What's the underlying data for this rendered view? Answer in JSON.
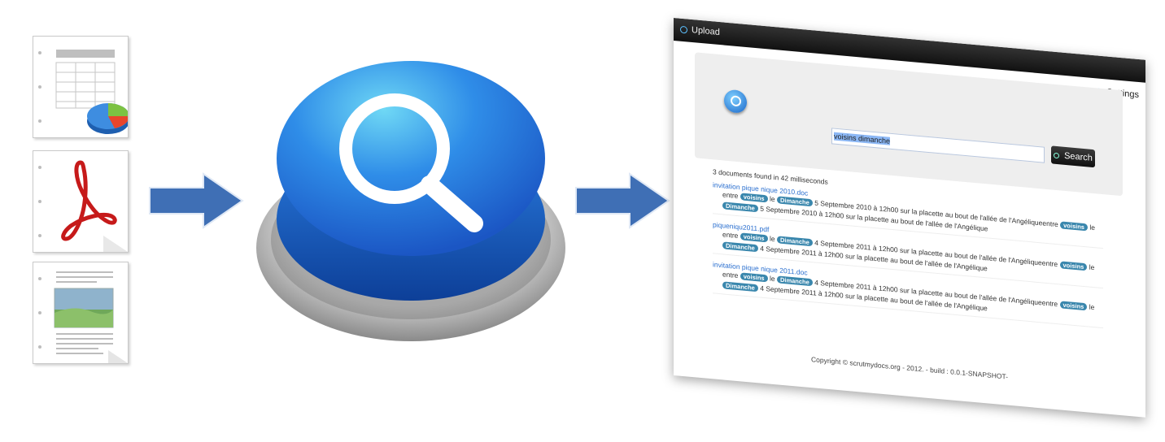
{
  "app": {
    "upload_label": "Upload",
    "settings_label": "Settings"
  },
  "search": {
    "query": "voisins dimanche",
    "button_label": "Search"
  },
  "results": {
    "summary": "3 documents found in 42 milliseconds",
    "items": [
      {
        "title": "invitation pique nique 2010.doc",
        "line1_a": "entre",
        "tag1": "voisins",
        "line1_b": "le",
        "tag2": "Dimanche",
        "line1_c": "5 Septembre 2010 à 12h00 sur la placette au bout de l'allée de l'Angéliqueentre",
        "tag3": "voisins",
        "line1_d": "le",
        "tag4": "Dimanche",
        "line2": "5 Septembre 2010 à 12h00 sur la placette au bout de l'allée de l'Angélique"
      },
      {
        "title": "piqueniqu2011.pdf",
        "line1_a": "entre",
        "tag1": "voisins",
        "line1_b": "le",
        "tag2": "Dimanche",
        "line1_c": "4 Septembre 2011 à 12h00 sur la placette au bout de l'allée de l'Angéliqueentre",
        "tag3": "voisins",
        "line1_d": "le",
        "tag4": "Dimanche",
        "line2": "4 Septembre 2011 à 12h00 sur la placette au bout de l'allée de l'Angélique"
      },
      {
        "title": "invitation pique nique 2011.doc",
        "line1_a": "entre",
        "tag1": "voisins",
        "line1_b": "le",
        "tag2": "Dimanche",
        "line1_c": "4 Septembre 2011 à 12h00 sur la placette au bout de l'allée de l'Angéliqueentre",
        "tag3": "voisins",
        "line1_d": "le",
        "tag4": "Dimanche",
        "line2": "4 Septembre 2011 à 12h00 sur la placette au bout de l'allée de l'Angélique"
      }
    ]
  },
  "footer": "Copyright © scrutmydocs.org - 2012. - build : 0.0.1-SNAPSHOT-",
  "colors": {
    "arrow": "#3f6fb5",
    "button_blue": "#2d7be0",
    "tag": "#3a87ad"
  }
}
